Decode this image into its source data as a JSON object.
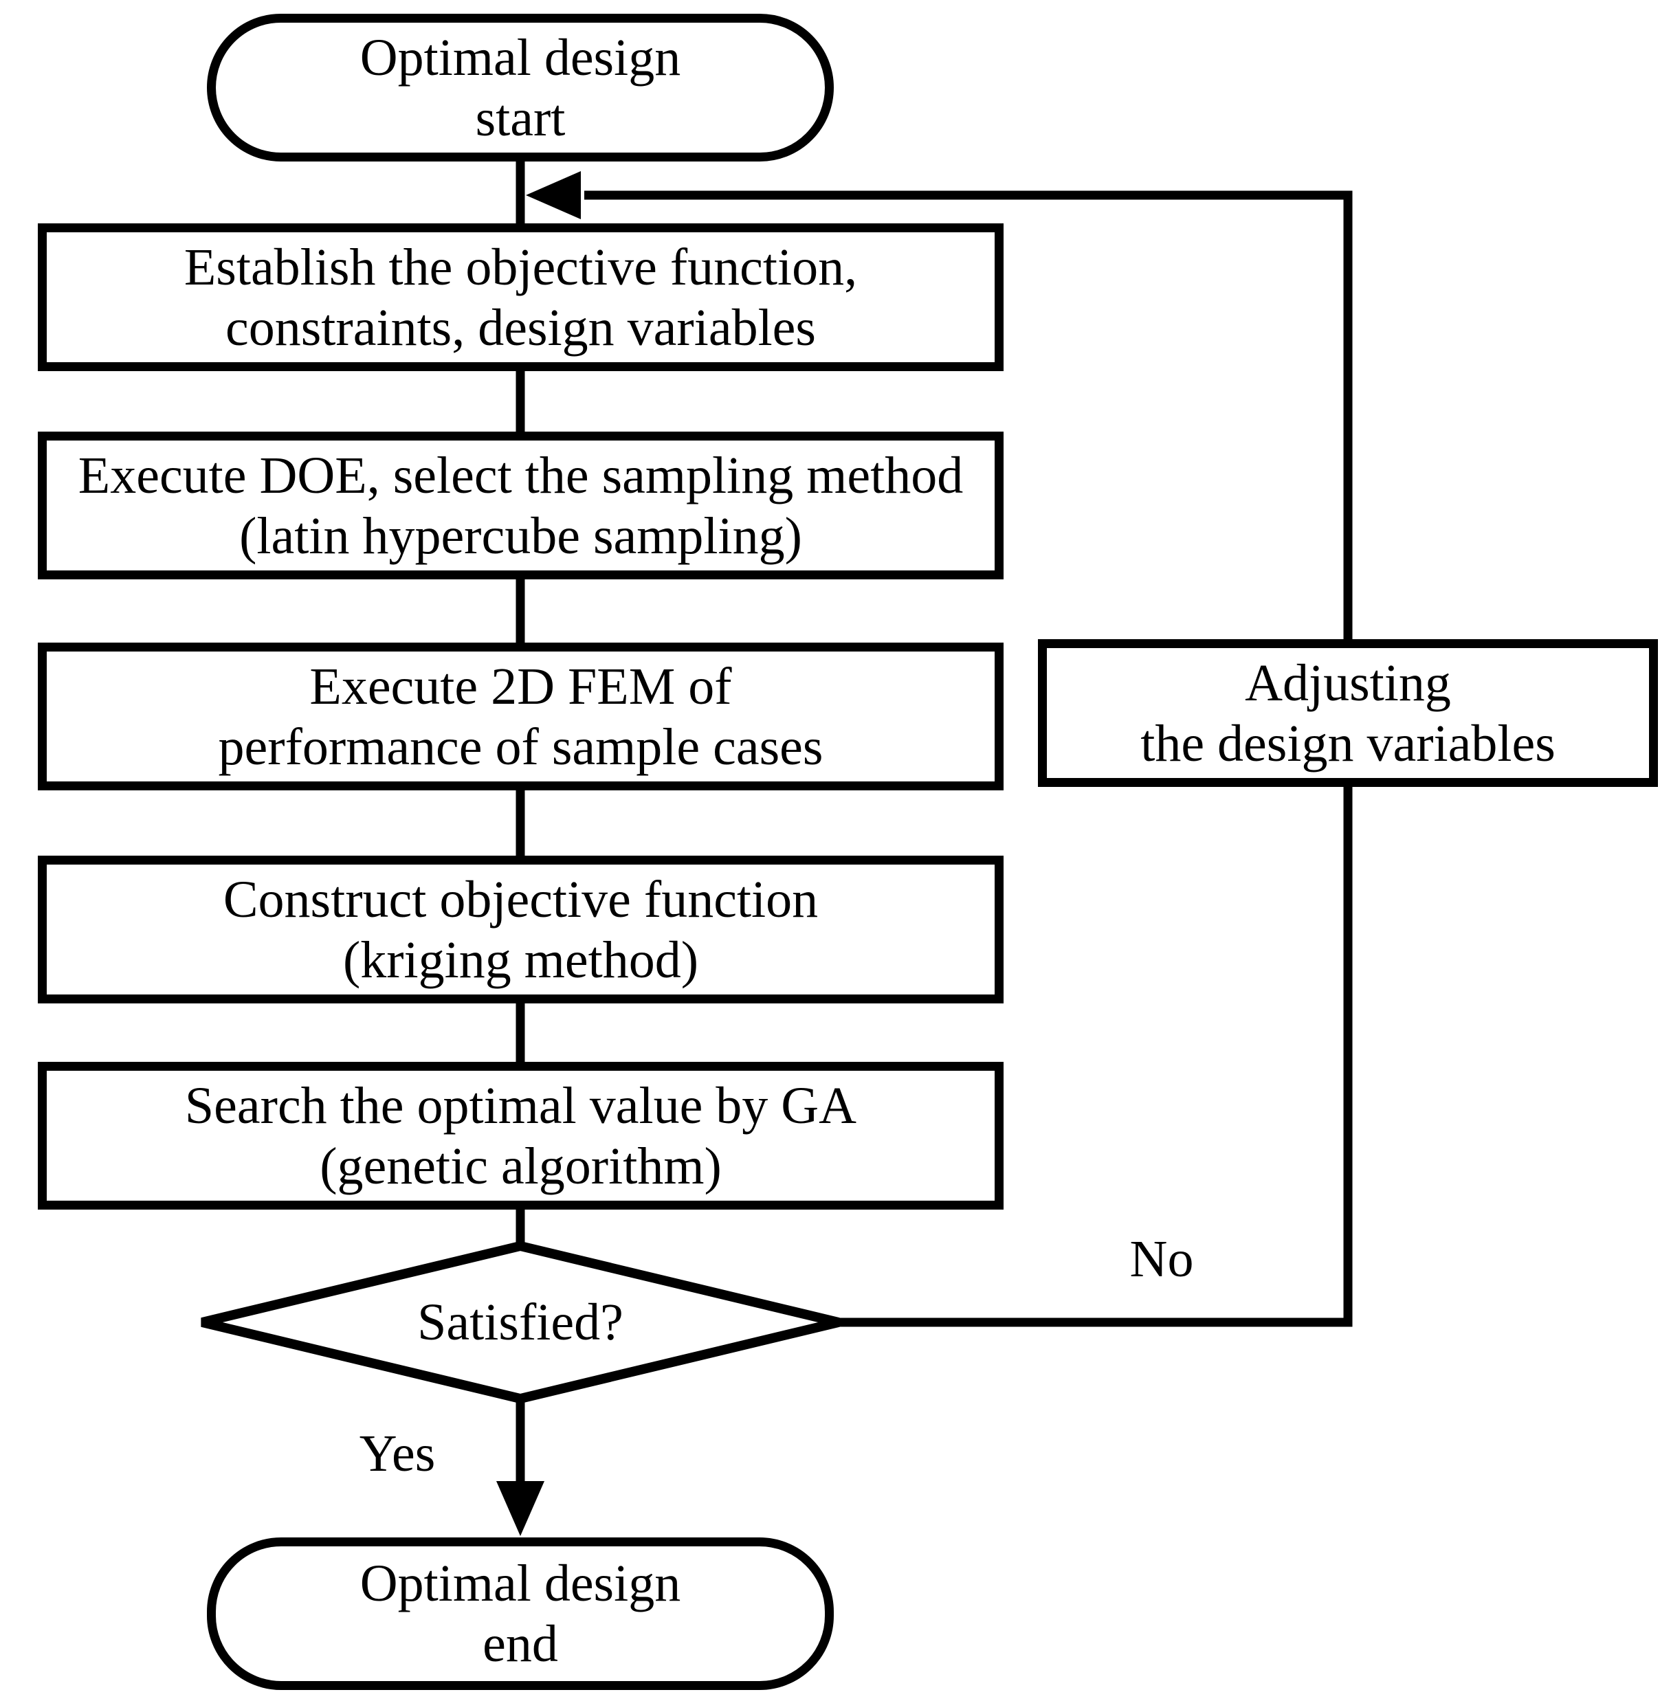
{
  "flowchart": {
    "nodes": {
      "start": {
        "line1": "Optimal design",
        "line2": "start"
      },
      "establish": {
        "line1": "Establish the objective function,",
        "line2": "constraints, design variables"
      },
      "doe": {
        "line1": "Execute DOE, select the sampling method",
        "line2": "(latin hypercube sampling)"
      },
      "fem": {
        "line1": "Execute 2D FEM of",
        "line2": "performance of sample cases"
      },
      "kriging": {
        "line1": "Construct objective function",
        "line2": "(kriging method)"
      },
      "ga": {
        "line1": "Search the optimal value by GA",
        "line2": "(genetic algorithm)"
      },
      "decision": {
        "label": "Satisfied?"
      },
      "adjust": {
        "line1": "Adjusting",
        "line2": "the design variables"
      },
      "end": {
        "line1": "Optimal design",
        "line2": "end"
      }
    },
    "edge_labels": {
      "no": "No",
      "yes": "Yes"
    },
    "colors": {
      "stroke": "#000000",
      "fill": "#ffffff",
      "text": "#000000"
    }
  }
}
